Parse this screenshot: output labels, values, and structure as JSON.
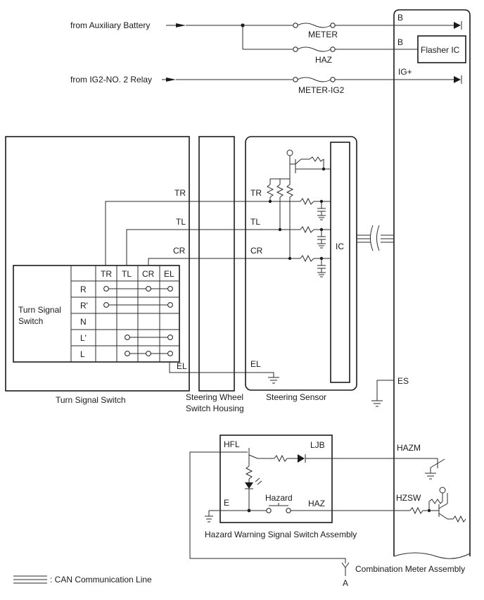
{
  "inputs": {
    "aux_battery": "from Auxiliary Battery",
    "ig2_relay": "from IG2-NO. 2 Relay"
  },
  "fuses": {
    "meter": "METER",
    "haz": "HAZ",
    "meter_ig2": "METER-IG2"
  },
  "combination_meter": {
    "pin_b1": "B",
    "pin_b2": "B",
    "pin_ig": "IG+",
    "flasher_ic": "Flasher IC",
    "pin_es": "ES",
    "pin_hazm": "HAZM",
    "pin_hzsw": "HZSW",
    "label": "Combination Meter Assembly"
  },
  "turn_signal_switch": {
    "label": "Turn Signal Switch",
    "table_title_line1": "Turn Signal",
    "table_title_line2": "Switch",
    "columns": [
      "TR",
      "TL",
      "CR",
      "EL"
    ],
    "rows": [
      "R",
      "R'",
      "N",
      "L'",
      "L"
    ],
    "wire_tr": "TR",
    "wire_tl": "TL",
    "wire_cr": "CR",
    "wire_el": "EL"
  },
  "steering_wheel_housing": {
    "label_line1": "Steering Wheel",
    "label_line2": "Switch Housing"
  },
  "steering_sensor": {
    "label": "Steering Sensor",
    "pin_tr": "TR",
    "pin_tl": "TL",
    "pin_cr": "CR",
    "pin_el": "EL",
    "ic": "IC"
  },
  "hazard_switch": {
    "label": "Hazard Warning Signal Switch Assembly",
    "pin_hfl": "HFL",
    "pin_ljb": "LJB",
    "pin_e": "E",
    "pin_haz": "HAZ",
    "switch": "Hazard"
  },
  "connector_a": "A",
  "legend": {
    "can_line": ": CAN Communication Line"
  }
}
